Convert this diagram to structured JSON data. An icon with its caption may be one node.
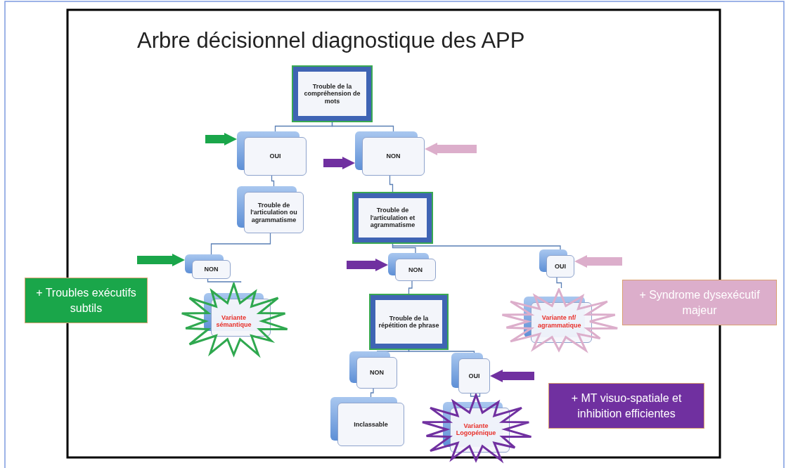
{
  "diagram": {
    "title": "Arbre décisionnel diagnostique des APP",
    "nodes": [
      {
        "text": [
          "Trouble de la compréhension de mots"
        ]
      },
      {
        "text": [
          "OUI"
        ]
      },
      {
        "text": [
          "NON"
        ]
      },
      {
        "text": [
          "Trouble de l'articulation ou agrammatisme"
        ]
      },
      {
        "text": [
          "Trouble de l'articulation et agrammatisme"
        ]
      },
      {
        "text": [
          "NON"
        ]
      },
      {
        "text": [
          "Variante sémantique"
        ]
      },
      {
        "text": [
          "NON"
        ]
      },
      {
        "text": [
          "OUI"
        ]
      },
      {
        "text": [
          "Trouble de la répétition de phrase"
        ]
      },
      {
        "text": [
          "Variante nf/ agrammatique"
        ]
      },
      {
        "text": [
          "NON"
        ]
      },
      {
        "text": [
          "OUI"
        ]
      },
      {
        "text": [
          "Inclassable"
        ]
      },
      {
        "text": [
          "Variante Logopénique"
        ]
      },
      {
        "text": [
          "+ Troubles exécutifs subtils"
        ]
      },
      {
        "text": [
          "+ Syndrome dysexécutif majeur"
        ]
      },
      {
        "text": [
          "+ MT visuo-spatiale et inhibition efficientes"
        ]
      }
    ],
    "edges": [
      {
        "from": 0,
        "to": 1,
        "arrow": "none"
      },
      {
        "from": 0,
        "to": 2,
        "arrow": "none"
      },
      {
        "from": 1,
        "to": 3,
        "arrow": "none"
      },
      {
        "from": 2,
        "to": 4,
        "arrow": "none"
      },
      {
        "from": 3,
        "to": 5,
        "arrow": "none"
      },
      {
        "from": 5,
        "to": 6,
        "arrow": "none"
      },
      {
        "from": 4,
        "to": 7,
        "arrow": "none"
      },
      {
        "from": 4,
        "to": 8,
        "arrow": "none"
      },
      {
        "from": 7,
        "to": 9,
        "arrow": "none"
      },
      {
        "from": 8,
        "to": 10,
        "arrow": "none"
      },
      {
        "from": 9,
        "to": 11,
        "arrow": "none"
      },
      {
        "from": 9,
        "to": 12,
        "arrow": "none"
      },
      {
        "from": 11,
        "to": 13,
        "arrow": "none"
      },
      {
        "from": 12,
        "to": 14,
        "arrow": "none"
      },
      {
        "from": null,
        "to": 1,
        "arrow": "to",
        "style": "thick",
        "color": "#1aa64a"
      },
      {
        "from": null,
        "to": 2,
        "arrow": "to",
        "style": "thick",
        "color": "#7030a0"
      },
      {
        "from": null,
        "to": 2,
        "arrow": "to",
        "style": "thick",
        "color": "#dcaecb"
      },
      {
        "from": null,
        "to": 5,
        "arrow": "to",
        "style": "thick",
        "color": "#1aa64a"
      },
      {
        "from": null,
        "to": 7,
        "arrow": "to",
        "style": "thick",
        "color": "#7030a0"
      },
      {
        "from": null,
        "to": 8,
        "arrow": "to",
        "style": "thick",
        "color": "#dcaecb"
      },
      {
        "from": null,
        "to": 12,
        "arrow": "to",
        "style": "thick",
        "color": "#7030a0"
      }
    ]
  }
}
